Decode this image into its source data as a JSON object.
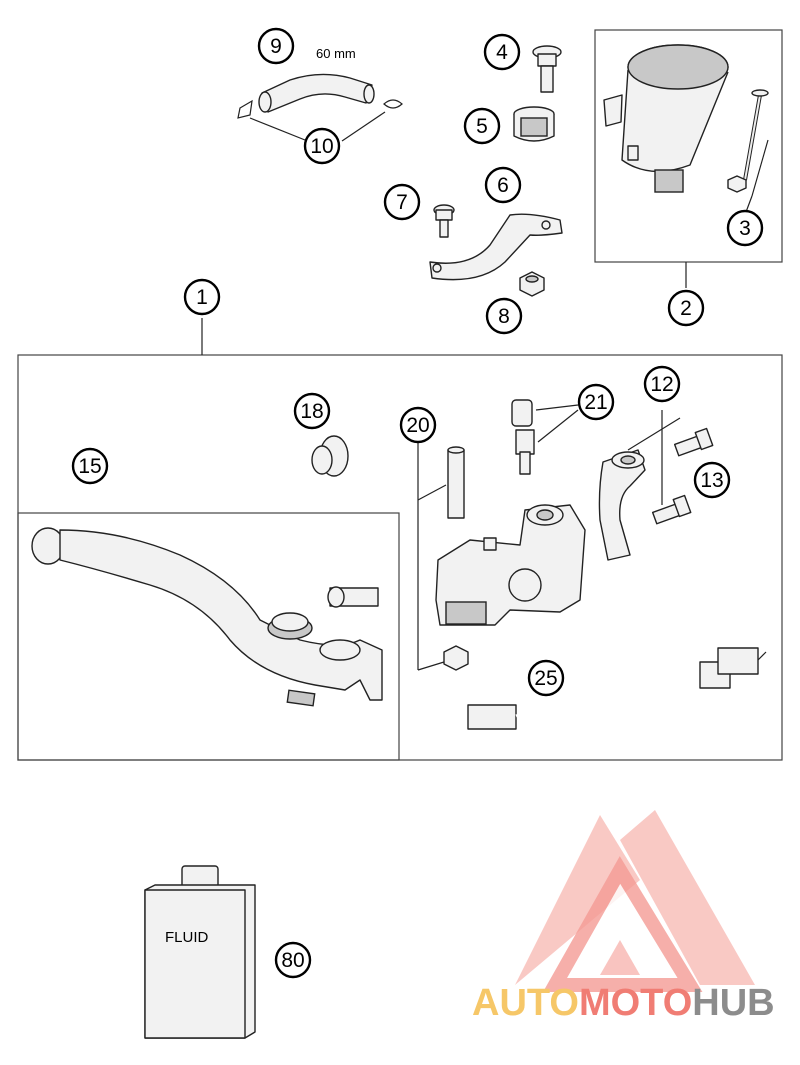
{
  "diagram": {
    "dimension_label": "60 mm",
    "callouts": [
      "1",
      "2",
      "3",
      "4",
      "5",
      "6",
      "7",
      "8",
      "9",
      "10",
      "12",
      "13",
      "15",
      "18",
      "20",
      "21",
      "25",
      "80"
    ],
    "fluid_label": "FLUID",
    "watermark": {
      "part1": "AUTO",
      "part2": "MOTO",
      "part3": "HUB",
      "colors": {
        "auto": "#f6c768",
        "moto": "#f07d74",
        "hub": "#8c8c8c",
        "triangle": "#f28a82"
      }
    }
  }
}
